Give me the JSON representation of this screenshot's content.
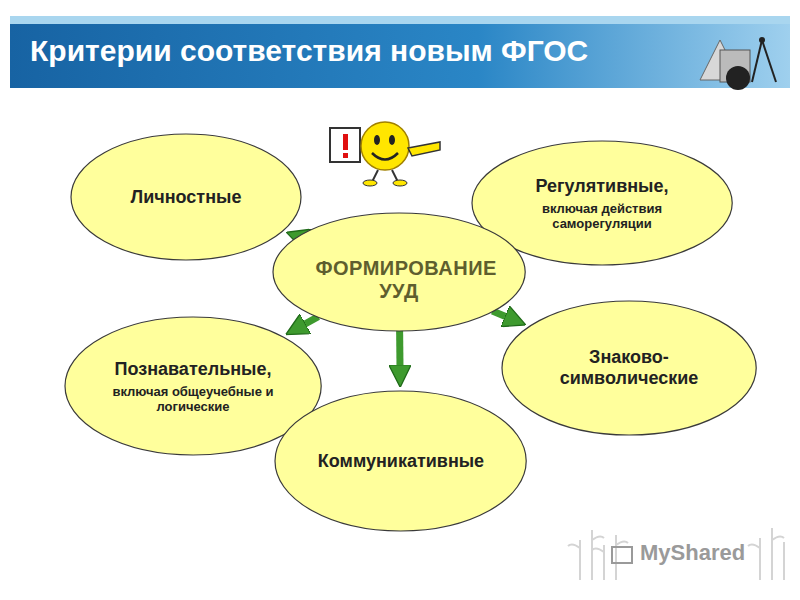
{
  "diagram": {
    "title": "Критерии соответствия новым ФГОС",
    "nodes": [
      {
        "text": [
          "Личностные"
        ]
      },
      {
        "text": [
          "Регулятивные,",
          "включая действия саморегуляции"
        ]
      },
      {
        "text": [
          "ФОРМИРОВАНИЕ УУД"
        ]
      },
      {
        "text": [
          "Познавательные,",
          "включая общеучебные и логические"
        ]
      },
      {
        "text": [
          "Знаково- символические"
        ]
      },
      {
        "text": [
          "Коммуникативные"
        ]
      }
    ],
    "edges": [
      {
        "from": 2,
        "to": 0,
        "arrow": "to"
      },
      {
        "from": 2,
        "to": 1,
        "arrow": "to"
      },
      {
        "from": 2,
        "to": 3,
        "arrow": "to"
      },
      {
        "from": 2,
        "to": 4,
        "arrow": "to"
      },
      {
        "from": 2,
        "to": 5,
        "arrow": "to"
      }
    ],
    "labels": [
      "MyShared"
    ]
  }
}
